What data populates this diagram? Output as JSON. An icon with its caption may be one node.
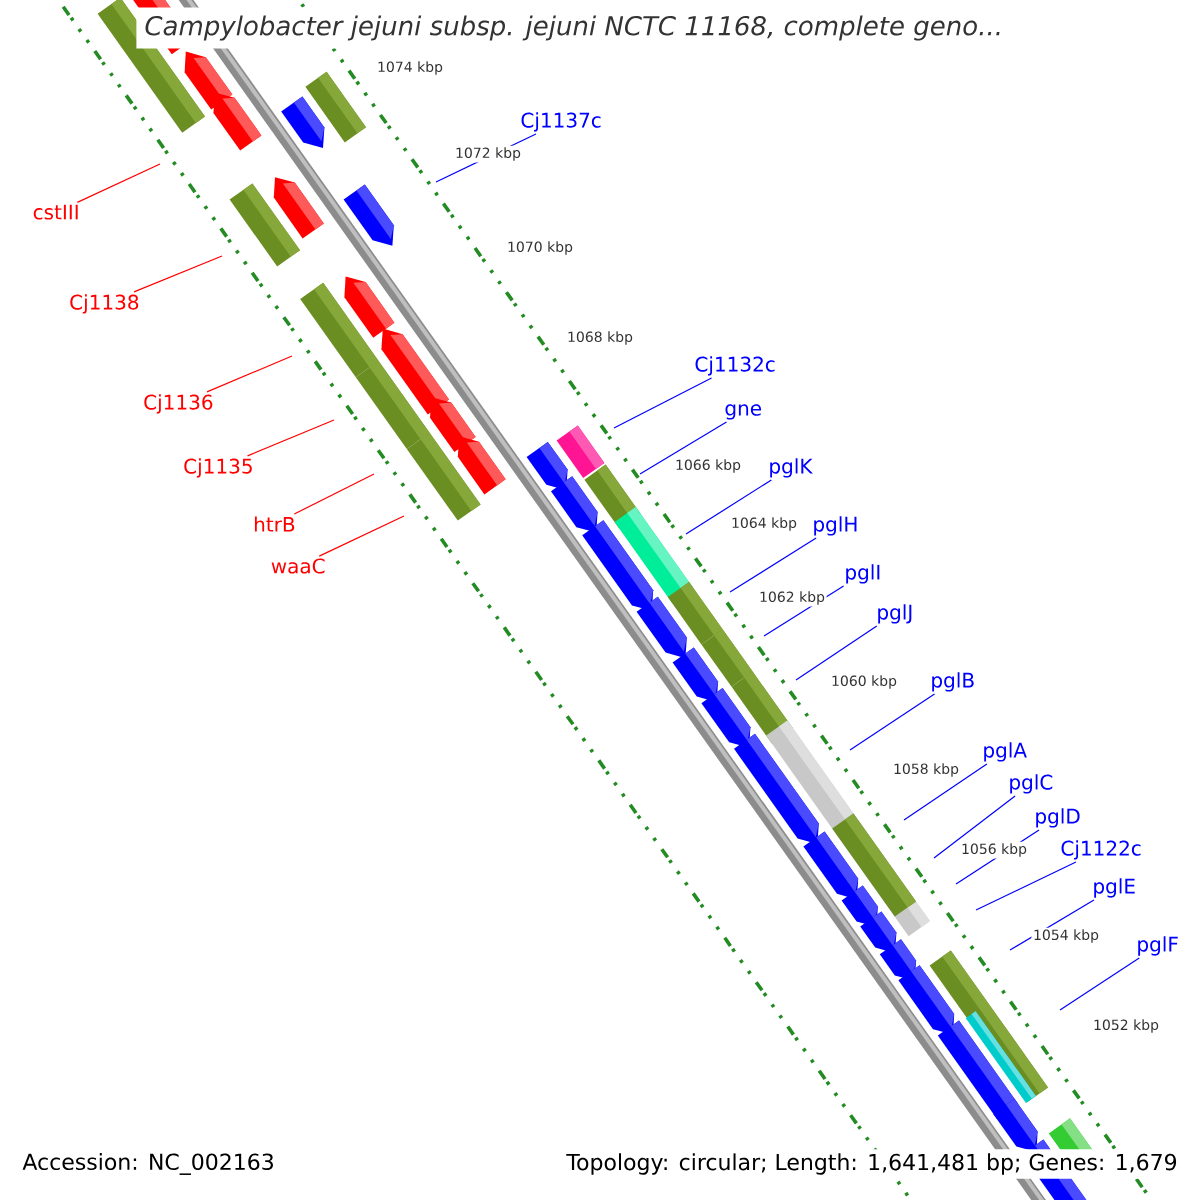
{
  "diagram": {
    "title": "Campylobacter jejuni subsp. jejuni NCTC 11168, complete geno...",
    "nodes": [
      {
        "text": [
          "Cj1137c"
        ]
      },
      {
        "text": [
          "cstIII"
        ]
      },
      {
        "text": [
          "Cj1138"
        ]
      },
      {
        "text": [
          "Cj1132c"
        ]
      },
      {
        "text": [
          "Cj1136"
        ]
      },
      {
        "text": [
          "gne"
        ]
      },
      {
        "text": [
          "pglK"
        ]
      },
      {
        "text": [
          "Cj1135"
        ]
      },
      {
        "text": [
          "htrB"
        ]
      },
      {
        "text": [
          "pglH"
        ]
      },
      {
        "text": [
          "waaC"
        ]
      },
      {
        "text": [
          "pglI"
        ]
      },
      {
        "text": [
          "pglJ"
        ]
      },
      {
        "text": [
          "pglB"
        ]
      },
      {
        "text": [
          "pglA"
        ]
      },
      {
        "text": [
          "pglC"
        ]
      },
      {
        "text": [
          "pglD"
        ]
      },
      {
        "text": [
          "Cj1122c"
        ]
      },
      {
        "text": [
          "pglE"
        ]
      },
      {
        "text": [
          "pglF"
        ]
      }
    ],
    "edges": [
      {
        "from": 0,
        "to": null,
        "arrow": "none"
      },
      {
        "from": 1,
        "to": null,
        "arrow": "none",
        "color": "#ff0000"
      },
      {
        "from": 2,
        "to": null,
        "arrow": "none",
        "color": "#ff0000"
      },
      {
        "from": 3,
        "to": null,
        "arrow": "none"
      },
      {
        "from": 4,
        "to": null,
        "arrow": "none",
        "color": "#ff0000"
      },
      {
        "from": 5,
        "to": null,
        "arrow": "none"
      },
      {
        "from": 6,
        "to": null,
        "arrow": "none"
      },
      {
        "from": 7,
        "to": null,
        "arrow": "none",
        "color": "#ff0000"
      },
      {
        "from": 8,
        "to": null,
        "arrow": "none",
        "color": "#ff0000"
      },
      {
        "from": 9,
        "to": null,
        "arrow": "none"
      },
      {
        "from": 10,
        "to": null,
        "arrow": "none",
        "color": "#ff0000"
      },
      {
        "from": 11,
        "to": null,
        "arrow": "none"
      },
      {
        "from": 12,
        "to": null,
        "arrow": "none"
      },
      {
        "from": 13,
        "to": null,
        "arrow": "none"
      },
      {
        "from": 14,
        "to": null,
        "arrow": "none"
      },
      {
        "from": 15,
        "to": null,
        "arrow": "none"
      },
      {
        "from": 16,
        "to": null,
        "arrow": "none"
      },
      {
        "from": 17,
        "to": null,
        "arrow": "none"
      },
      {
        "from": 18,
        "to": null,
        "arrow": "none"
      },
      {
        "from": 19,
        "to": null,
        "arrow": "none"
      }
    ],
    "labels": [
      "1074 kbp",
      "1072 kbp",
      "1070 kbp",
      "1068 kbp",
      "1066 kbp",
      "1064 kbp",
      "1062 kbp",
      "1060 kbp",
      "1058 kbp",
      "1056 kbp",
      "1054 kbp",
      "1052 kbp",
      "Accession: NC_002163",
      "Topology: circular; Length: 1,641,481 bp; Genes: 1,679"
    ]
  }
}
